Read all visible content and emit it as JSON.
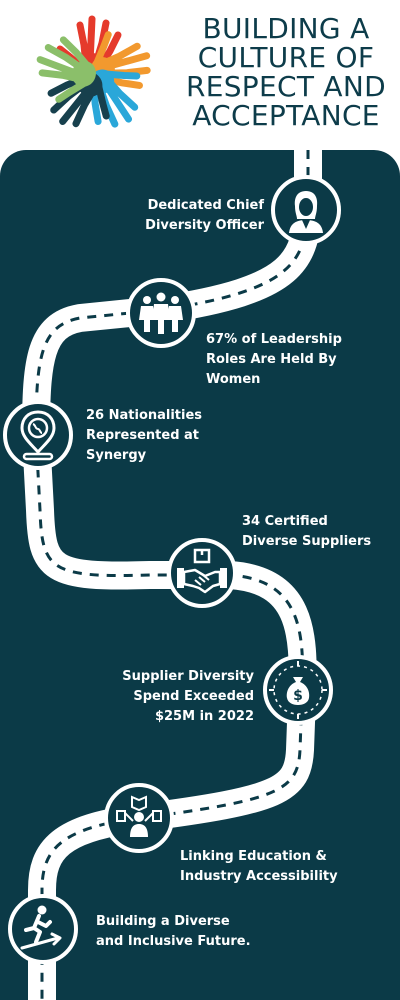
{
  "title": [
    "BUILDING A",
    "CULTURE OF",
    "RESPECT AND",
    "ACCEPTANCE"
  ],
  "colors": {
    "panel": "#0b3a47",
    "title": "#0d3c4a",
    "road": "#ffffff",
    "hands": [
      "#e53a2c",
      "#f2992e",
      "#2aa7d9",
      "#17404d",
      "#8bbf6a"
    ]
  },
  "milestones": [
    {
      "icon": "businesswoman-icon",
      "lines": [
        "Dedicated Chief",
        "Diversity Officer"
      ]
    },
    {
      "icon": "women-group-icon",
      "lines": [
        "67% of Leadership",
        "Roles Are Held By",
        "Women"
      ]
    },
    {
      "icon": "globe-pin-icon",
      "lines": [
        "26 Nationalities",
        "Represented at",
        "Synergy"
      ]
    },
    {
      "icon": "handshake-icon",
      "lines": [
        "34 Certified",
        "Diverse Suppliers"
      ]
    },
    {
      "icon": "money-bag-icon",
      "lines": [
        "Supplier Diversity",
        "Spend Exceeded",
        "$25M in 2022"
      ]
    },
    {
      "icon": "education-icon",
      "lines": [
        "Linking Education &",
        "Industry Accessibility"
      ]
    },
    {
      "icon": "running-person-icon",
      "lines": [
        "Building a Diverse",
        "and Inclusive Future."
      ]
    }
  ]
}
